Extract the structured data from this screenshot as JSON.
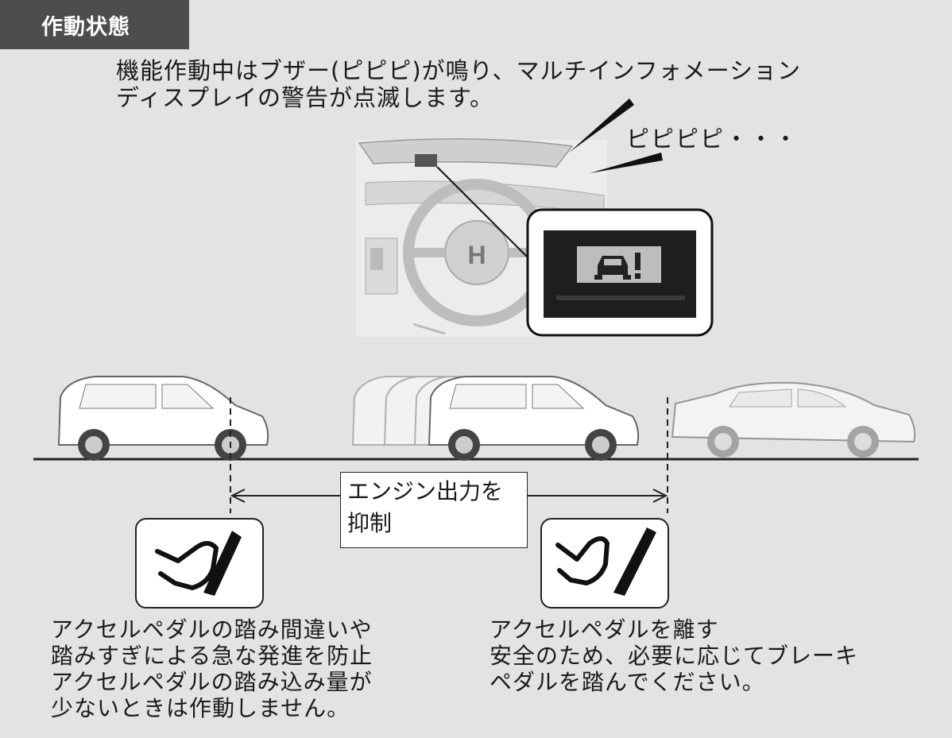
{
  "header": {
    "title": "作動状態"
  },
  "intro": {
    "line1": "機能作動中はブザー(ピピピ)が鳴り、マルチインフォメーション",
    "line2": "ディスプレイの警告が点滅します。"
  },
  "buzzer_text": "ピピピピ・・・",
  "engine_label": {
    "line1": "エンジン出力を",
    "line2": "抑制"
  },
  "left_caption": {
    "line1": "アクセルペダルの踏み間違いや",
    "line2": "踏みすぎによる急な発進を防止",
    "line3": "アクセルペダルの踏み込み量が",
    "line4": "少ないときは作動しません。"
  },
  "right_caption": {
    "line1": "アクセルペダルを離す",
    "line2": "安全のため、必要に応じてブレーキ",
    "line3": "ペダルを踏んでください。"
  },
  "icons": {
    "warning": "car-exclamation-icon",
    "pedal_pressed": "foot-pressing-pedal-icon",
    "pedal_released": "foot-releasing-pedal-icon"
  },
  "colors": {
    "background": "#e3e3e3",
    "header_bg": "#4d4d4d",
    "display_bg": "#1e1e1e",
    "warning_bg": "#bdbdbd"
  }
}
